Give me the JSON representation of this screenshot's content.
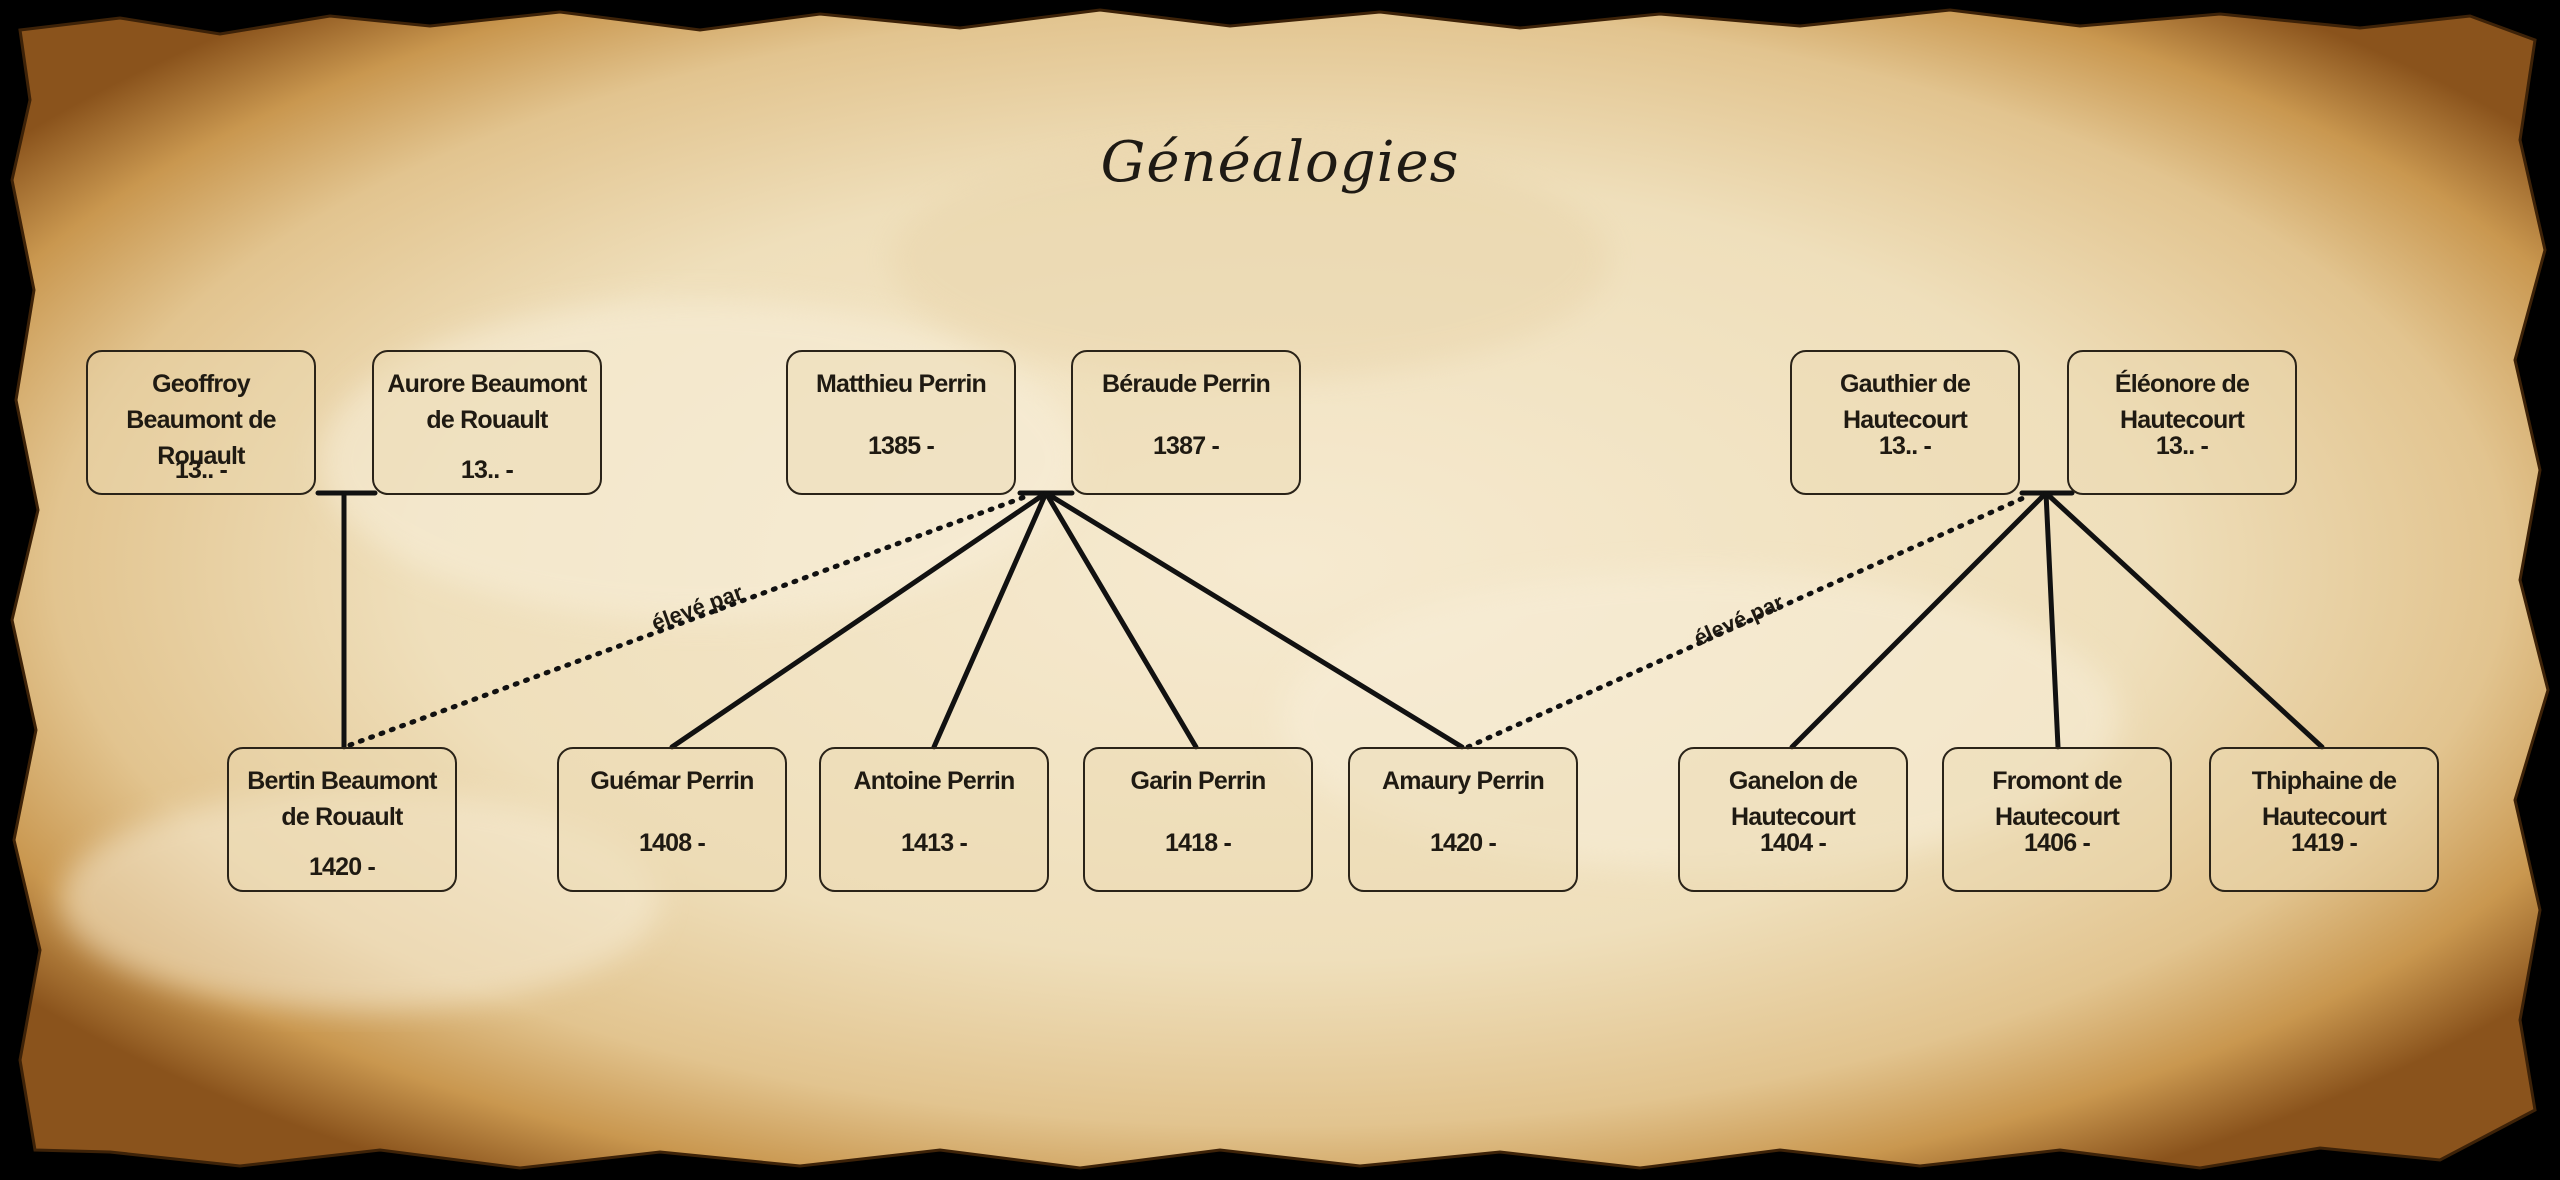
{
  "title": "Généalogies",
  "annotations": {
    "raised_by": "élevé par"
  },
  "people": {
    "geoffroy": {
      "name": "Geoffroy Beaumont de Rouault",
      "date": "13.. -"
    },
    "aurore": {
      "name": "Aurore Beaumont de Rouault",
      "date": "13.. -"
    },
    "matthieu": {
      "name": "Matthieu Perrin",
      "date": "1385 -"
    },
    "beraude": {
      "name": "Béraude Perrin",
      "date": "1387 -"
    },
    "gauthier": {
      "name": "Gauthier de Hautecourt",
      "date": "13.. -"
    },
    "eleonore": {
      "name": "Éléonore de Hautecourt",
      "date": "13.. -"
    },
    "bertin": {
      "name": "Bertin Beaumont de Rouault",
      "date": "1420 -"
    },
    "guemar": {
      "name": "Guémar Perrin",
      "date": "1408 -"
    },
    "antoine": {
      "name": "Antoine Perrin",
      "date": "1413 -"
    },
    "garin": {
      "name": "Garin Perrin",
      "date": "1418 -"
    },
    "amaury": {
      "name": "Amaury Perrin",
      "date": "1420 -"
    },
    "ganelon": {
      "name": "Ganelon de Hautecourt",
      "date": "1404 -"
    },
    "fromont": {
      "name": "Fromont de Hautecourt",
      "date": "1406 -"
    },
    "thiphaine": {
      "name": "Thiphaine de Hautecourt",
      "date": "1419 -"
    }
  },
  "colors": {
    "line": "#111111",
    "border": "#2a2318",
    "parchment": "#f1e3c2",
    "burn": "#6b3f12"
  }
}
